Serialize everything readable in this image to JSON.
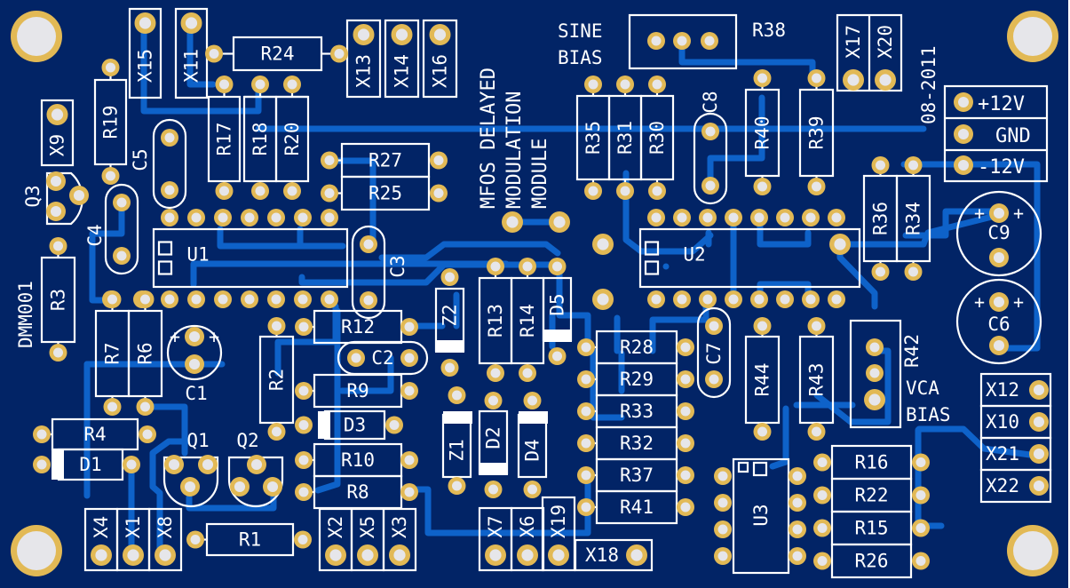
{
  "board": {
    "title": "MFOS DELAYED MODULATION MODULE",
    "title_lines": [
      "MFOS DELAYED",
      "MODULATION",
      "MODULE"
    ],
    "date": "08-2011",
    "id": "DMM001",
    "colors": {
      "substrate": "#022466",
      "trace": "#0e62c9",
      "pad": "#e2b955",
      "hole": "#e6e6ea",
      "silkscreen": "#ffffff"
    }
  },
  "power_connector": {
    "labels": [
      "+12V",
      "GND",
      "-12V"
    ]
  },
  "trimmers": [
    {
      "ref": "R38",
      "caption": [
        "SINE",
        "BIAS"
      ]
    },
    {
      "ref": "R42",
      "caption": [
        "VCA",
        "BIAS"
      ]
    }
  ],
  "ics": [
    "U1",
    "U2",
    "U3"
  ],
  "transistors": [
    "Q1",
    "Q2",
    "Q3"
  ],
  "capacitors": [
    "C1",
    "C2",
    "C3",
    "C4",
    "C5",
    "C6",
    "C7",
    "C8",
    "C9"
  ],
  "diodes": [
    "D1",
    "D2",
    "D3",
    "D4",
    "D5",
    "Z1",
    "Z2"
  ],
  "resistors": [
    "R1",
    "R2",
    "R3",
    "R4",
    "R6",
    "R7",
    "R8",
    "R9",
    "R10",
    "R12",
    "R13",
    "R14",
    "R15",
    "R16",
    "R17",
    "R18",
    "R19",
    "R20",
    "R22",
    "R24",
    "R25",
    "R26",
    "R27",
    "R28",
    "R29",
    "R30",
    "R31",
    "R32",
    "R33",
    "R34",
    "R35",
    "R36",
    "R37",
    "R39",
    "R40",
    "R41",
    "R43",
    "R44"
  ],
  "connectors": [
    "X1",
    "X2",
    "X3",
    "X4",
    "X5",
    "X6",
    "X7",
    "X8",
    "X9",
    "X10",
    "X11",
    "X12",
    "X13",
    "X14",
    "X15",
    "X16",
    "X17",
    "X18",
    "X19",
    "X20",
    "X21",
    "X22"
  ],
  "labels": {
    "R24": "R24",
    "R19": "R19",
    "R17": "R17",
    "R18": "R18",
    "R20": "R20",
    "R27": "R27",
    "R25": "R25",
    "R35": "R35",
    "R31": "R31",
    "R30": "R30",
    "R40": "R40",
    "R39": "R39",
    "R36": "R36",
    "R34": "R34",
    "R3": "R3",
    "R7": "R7",
    "R6": "R6",
    "R4": "R4",
    "R2": "R2",
    "R12": "R12",
    "R9": "R9",
    "R10": "R10",
    "R8": "R8",
    "R1": "R1",
    "R13": "R13",
    "R14": "R14",
    "R28": "R28",
    "R29": "R29",
    "R33": "R33",
    "R32": "R32",
    "R37": "R37",
    "R41": "R41",
    "R44": "R44",
    "R43": "R43",
    "R16": "R16",
    "R22": "R22",
    "R15": "R15",
    "R26": "R26",
    "X15": "X15",
    "X11": "X11",
    "X13": "X13",
    "X14": "X14",
    "X16": "X16",
    "X17": "X17",
    "X20": "X20",
    "X9": "X9",
    "X4": "X4",
    "X1": "X1",
    "X8": "X8",
    "X2": "X2",
    "X5": "X5",
    "X3": "X3",
    "X7": "X7",
    "X6": "X6",
    "X19": "X19",
    "X18": "X18",
    "X12": "X12",
    "X10": "X10",
    "X21": "X21",
    "X22": "X22",
    "C1": "C1",
    "C2": "C2",
    "C3": "C3",
    "C4": "C4",
    "C5": "C5",
    "C6": "C6",
    "C7": "C7",
    "C8": "C8",
    "C9": "C9",
    "D1": "D1",
    "D2": "D2",
    "D3": "D3",
    "D4": "D4",
    "D5": "D5",
    "Z1": "Z1",
    "Z2": "Z2",
    "Q1": "Q1",
    "Q2": "Q2",
    "Q3": "Q3",
    "U1": "U1",
    "U2": "U2",
    "U3": "U3",
    "R38": "R38",
    "R42": "R42"
  }
}
